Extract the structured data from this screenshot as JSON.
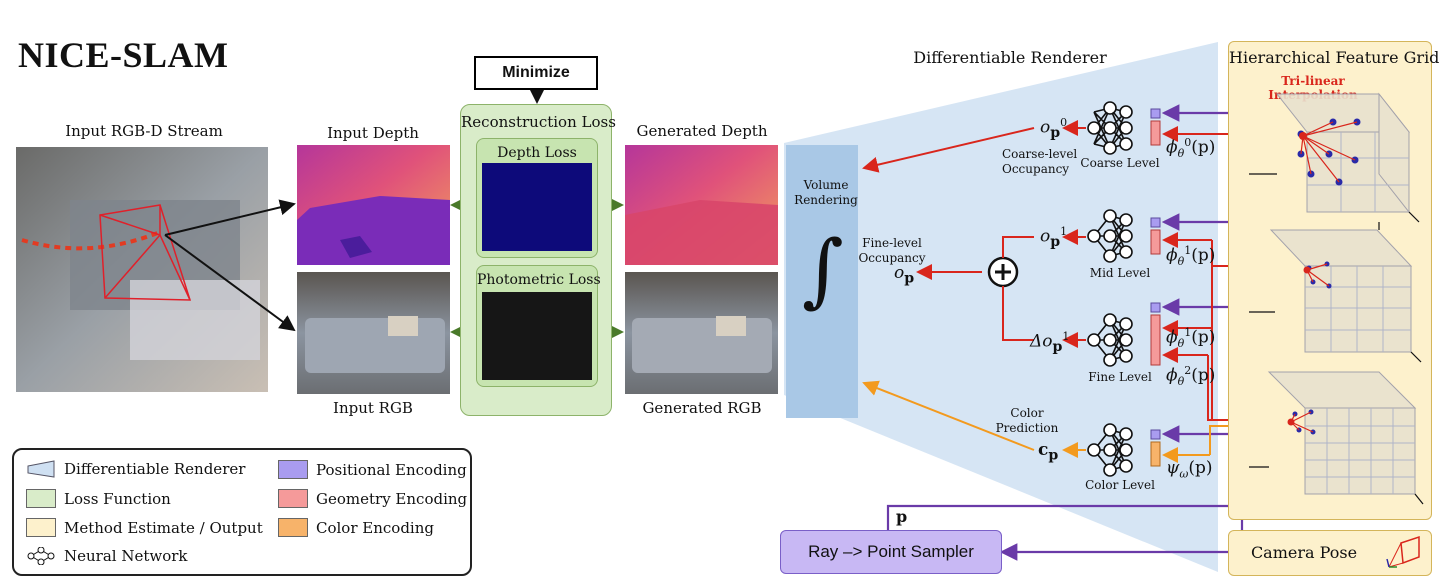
{
  "title": "NICE-SLAM",
  "labels": {
    "input_stream": "Input RGB-D Stream",
    "input_depth": "Input Depth",
    "input_rgb": "Input RGB",
    "generated_depth": "Generated Depth",
    "generated_rgb": "Generated RGB",
    "minimize": "Minimize",
    "reconstruction_loss": "Reconstruction Loss",
    "depth_loss": "Depth Loss",
    "photometric_loss": "Photometric Loss",
    "differentiable_renderer": "Differentiable Renderer",
    "volume_rendering": "Volume\nRendering",
    "integral": "∫",
    "coarse_occ": "Coarse-level\nOccupancy",
    "fine_occ": "Fine-level\nOccupancy",
    "color_pred": "Color\nPrediction",
    "coarse_level": "Coarse Level",
    "mid_level": "Mid Level",
    "fine_level": "Fine Level",
    "color_level": "Color Level",
    "o_p0": "o",
    "o_p0_sub": "p",
    "o_p0_sup": "0",
    "o_p1_sup": "1",
    "delta_o": "Δo",
    "o_p": "o",
    "c_p": "c",
    "phi0": "ϕ",
    "phi_theta": "θ",
    "phi0_sup": "0",
    "phi1_sup": "1",
    "phi2_sup": "2",
    "phi_arg": "(p)",
    "psi": "ψ",
    "psi_sub": "ω",
    "p_label": "p",
    "plus": "+",
    "hier_grid": "Hierarchical Feature Grid",
    "trilinear": "Tri-linear\nInterpolation",
    "camera_pose": "Camera Pose",
    "ray_sampler": "Ray –> Point Sampler"
  },
  "legend": [
    {
      "label": "Differentiable Renderer",
      "color": "#cfe0f2",
      "shape": "trapezoid"
    },
    {
      "label": "Loss Function",
      "color": "#d9ecc9"
    },
    {
      "label": "Method Estimate / Output",
      "color": "#fdf1cc"
    },
    {
      "label": "Neural Network",
      "icon": "neural-network-icon"
    },
    {
      "label": "Positional Encoding",
      "color": "#a99cf0"
    },
    {
      "label": "Geometry Encoding",
      "color": "#f59a9a"
    },
    {
      "label": "Color Encoding",
      "color": "#f7b36a"
    }
  ],
  "colors": {
    "red_arrow": "#d9261c",
    "purple_arrow": "#6a3aa8",
    "orange_arrow": "#f39a1e",
    "green_arrow": "#4a7a2a",
    "renderer_fill": "#cfe0f2",
    "loss_fill": "#d9ecc9",
    "output_fill": "#fdf1cc"
  }
}
